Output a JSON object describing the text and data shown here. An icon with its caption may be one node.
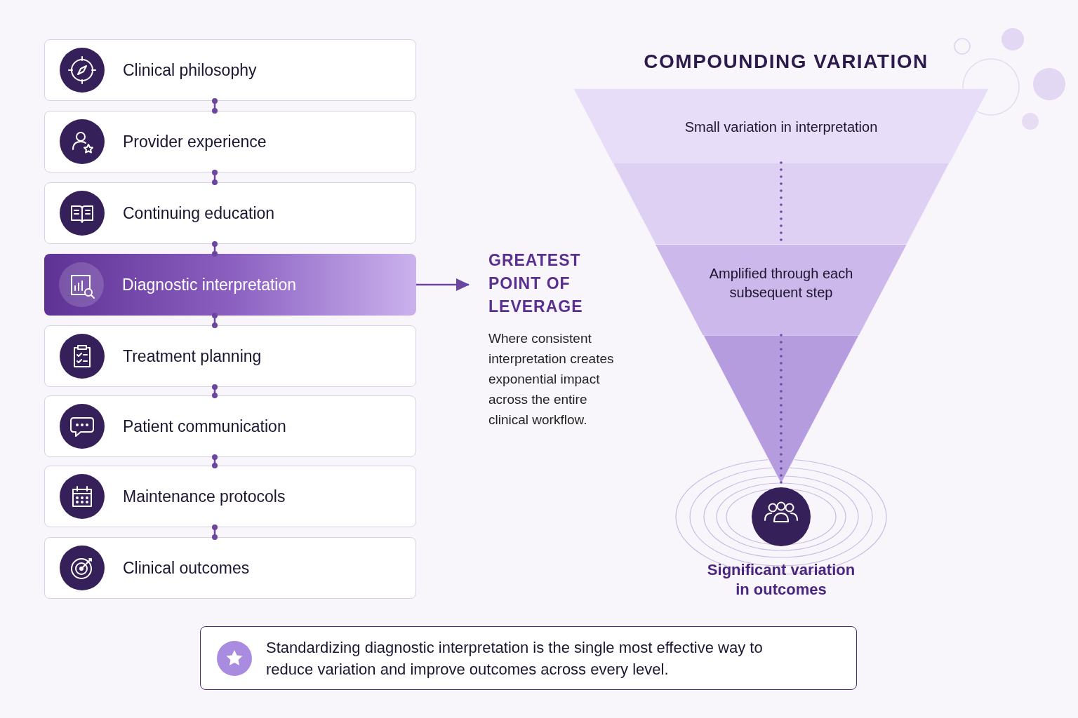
{
  "diagram": {
    "title": "COMPOUNDING VARIATION",
    "nodes": [
      {
        "text": [
          "Clinical philosophy"
        ]
      },
      {
        "text": [
          "Provider experience"
        ]
      },
      {
        "text": [
          "Continuing education"
        ]
      },
      {
        "text": [
          "Diagnostic interpretation"
        ]
      },
      {
        "text": [
          "Treatment planning"
        ]
      },
      {
        "text": [
          "Patient communication"
        ]
      },
      {
        "text": [
          "Maintenance protocols"
        ]
      },
      {
        "text": [
          "Clinical outcomes"
        ]
      },
      {
        "text": [
          "GREATEST POINT OF LEVERAGE",
          "Where consistent interpretation creates exponential impact across the entire clinical workflow."
        ]
      },
      {
        "text": [],
        "shape": "funnel"
      },
      {
        "text": [
          "Small variation in interpretation"
        ],
        "in": 9
      },
      {
        "text": [
          "Amplified through each subsequent step"
        ],
        "in": 9
      },
      {
        "text": [],
        "shape": "circle",
        "beside": [
          "Significant variation in outcomes"
        ]
      },
      {
        "text": [
          "Standardizing diagnostic interpretation is the single most effective way to reduce variation and improve outcomes across every level."
        ]
      }
    ],
    "edges": [
      {
        "from": 0,
        "to": 1,
        "arrow": "other"
      },
      {
        "from": 1,
        "to": 2,
        "arrow": "other"
      },
      {
        "from": 2,
        "to": 3,
        "arrow": "other"
      },
      {
        "from": 3,
        "to": 4,
        "arrow": "other"
      },
      {
        "from": 4,
        "to": 5,
        "arrow": "other"
      },
      {
        "from": 5,
        "to": 6,
        "arrow": "other"
      },
      {
        "from": 6,
        "to": 7,
        "arrow": "other"
      },
      {
        "from": 3,
        "to": 8,
        "arrow": "to"
      },
      {
        "from": 10,
        "to": 11,
        "arrow": "none",
        "style": "dashed"
      },
      {
        "from": 11,
        "to": 12,
        "arrow": "none",
        "style": "dashed"
      }
    ]
  }
}
